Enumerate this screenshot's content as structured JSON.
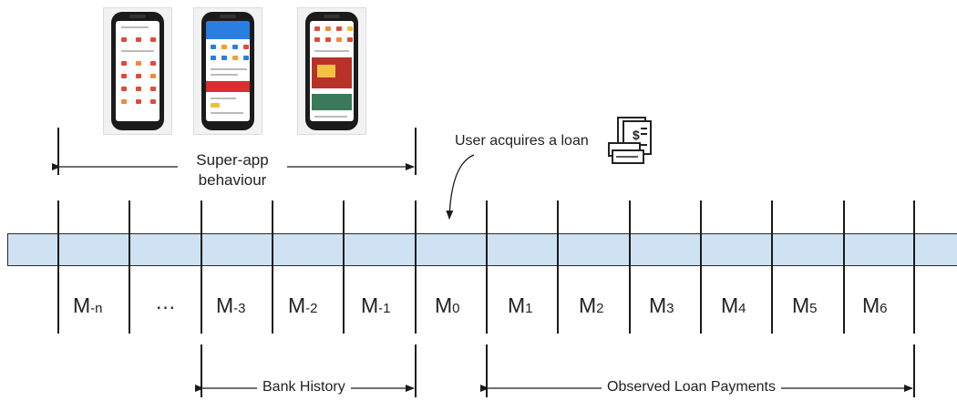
{
  "months": [
    {
      "base": "M",
      "sub": "-n"
    },
    {
      "base": "…",
      "sub": ""
    },
    {
      "base": "M",
      "sub": "-3"
    },
    {
      "base": "M",
      "sub": "-2"
    },
    {
      "base": "M",
      "sub": "-1"
    },
    {
      "base": "M",
      "sub": "0"
    },
    {
      "base": "M",
      "sub": "1"
    },
    {
      "base": "M",
      "sub": "2"
    },
    {
      "base": "M",
      "sub": "3"
    },
    {
      "base": "M",
      "sub": "4"
    },
    {
      "base": "M",
      "sub": "5"
    },
    {
      "base": "M",
      "sub": "6"
    }
  ],
  "annotations": {
    "super_app_line1": "Super-app",
    "super_app_line2": "behaviour",
    "loan_event": "User acquires a loan",
    "bank_history": "Bank History",
    "observed_payments": "Observed Loan Payments"
  },
  "icons": {
    "phones": [
      "phone-screenshot-icon",
      "phone-screenshot-icon",
      "phone-screenshot-icon"
    ],
    "loan": "loan-documents-icon"
  },
  "colors": {
    "band": "#cfe2f3",
    "lines": "#1a1a1a"
  }
}
